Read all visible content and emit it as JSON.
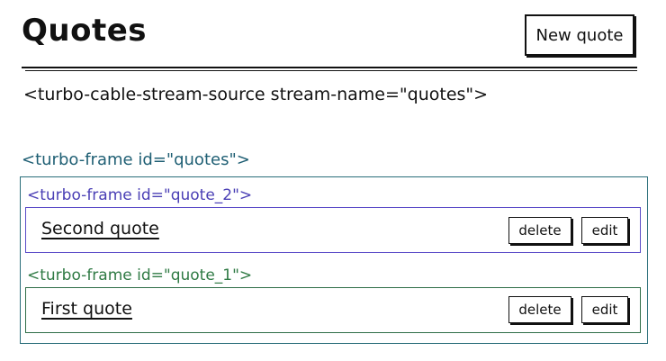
{
  "header": {
    "title": "Quotes",
    "new_button_label": "New quote"
  },
  "stream_source": "<turbo-cable-stream-source stream-name=\"quotes\">",
  "frames": {
    "quotes_label": "<turbo-frame id=\"quotes\">",
    "quote_2": {
      "label": "<turbo-frame id=\"quote_2\">",
      "text": "Second quote",
      "delete_label": "delete",
      "edit_label": "edit"
    },
    "quote_1": {
      "label": "<turbo-frame id=\"quote_1\">",
      "text": "First quote",
      "delete_label": "delete",
      "edit_label": "edit"
    }
  },
  "colors": {
    "quotes_frame": "#1f5f74",
    "quote_2_frame": "#4a3fb5",
    "quote_1_frame": "#2f7a44"
  }
}
